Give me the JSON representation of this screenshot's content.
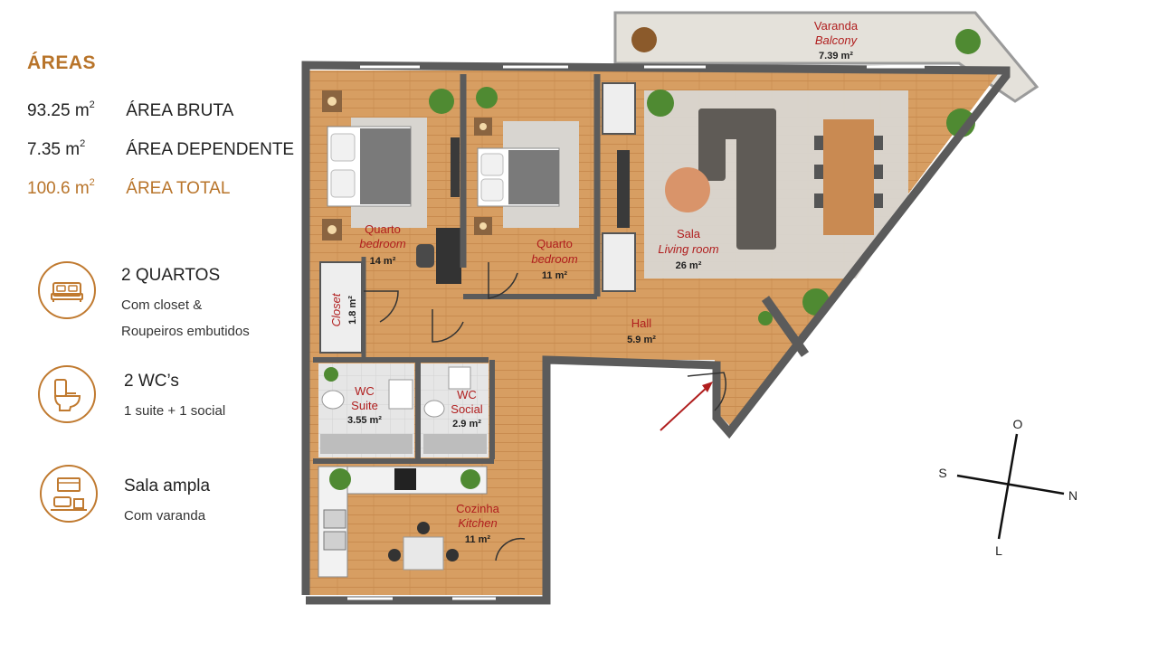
{
  "areas": {
    "title": "ÁREAS",
    "rows": [
      {
        "value": "93.25 m",
        "sup": "2",
        "label": "ÁREA BRUTA"
      },
      {
        "value": "7.35 m",
        "sup": "2",
        "label": "ÁREA DEPENDENTE"
      },
      {
        "value": "100.6 m",
        "sup": "2",
        "label": "ÁREA TOTAL"
      }
    ]
  },
  "features": [
    {
      "icon": "bed-icon",
      "title": "2 QUARTOS",
      "lines": [
        "Com closet &",
        "Roupeiros embutidos"
      ]
    },
    {
      "icon": "toilet-icon",
      "title": "2 WC’s",
      "lines": [
        "1 suite + 1 social"
      ]
    },
    {
      "icon": "living-room-icon",
      "title": "Sala ampla",
      "lines": [
        "Com varanda"
      ]
    }
  ],
  "rooms": {
    "balcony": {
      "pt": "Varanda",
      "en": "Balcony",
      "area": "7.39 m²"
    },
    "bedroom1": {
      "pt": "Quarto",
      "en": "bedroom",
      "area": "14 m²"
    },
    "bedroom2": {
      "pt": "Quarto",
      "en": "bedroom",
      "area": "11 m²"
    },
    "living": {
      "pt": "Sala",
      "en": "Living room",
      "area": "26 m²"
    },
    "closet": {
      "pt": "Closet",
      "area": "1.8 m²"
    },
    "hall": {
      "pt": "Hall",
      "area": "5.9 m²"
    },
    "wc_suite": {
      "pt": "WC",
      "en": "Suite",
      "area": "3.55 m²"
    },
    "wc_social": {
      "pt": "WC",
      "en": "Social",
      "area": "2.9 m²"
    },
    "kitchen": {
      "pt": "Cozinha",
      "en": "Kitchen",
      "area": "11 m²"
    }
  },
  "compass": {
    "north": "O",
    "south": "L",
    "west": "S",
    "east": "N"
  },
  "colors": {
    "accent": "#b8742a",
    "wall": "#5b5b5b",
    "floor": "#d59a5c",
    "tile": "#e2e2e2",
    "label_red": "#b01e1e"
  }
}
